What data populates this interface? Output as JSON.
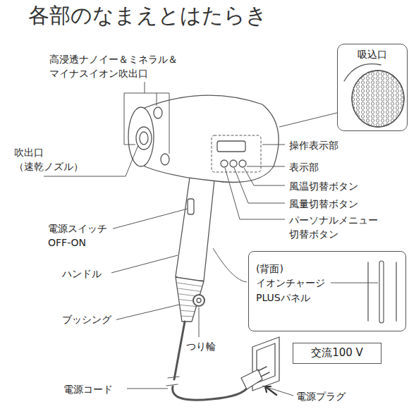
{
  "diagram": {
    "title": "各部のなまえとはたらき",
    "nodes": [
      {
        "text": [
          "吸込口"
        ]
      },
      {
        "text": [
          "(背面) イオンチャージ PLUSパネル"
        ]
      },
      {
        "text": [
          "交流100 V"
        ]
      }
    ],
    "labels": [
      "高浸透ナノイー＆ミネラル＆ マイナスイオン吹出口",
      "吹出口 （速乾ノズル）",
      "操作表示部",
      "表示部",
      "風温切替ボタン",
      "風量切替ボタン",
      "パーソナルメニュー 切替ボタン",
      "電源スイッチ OFF-ON",
      "ハンドル",
      "ブッシング",
      "つり輪",
      "電源コード",
      "電源プラグ"
    ]
  }
}
